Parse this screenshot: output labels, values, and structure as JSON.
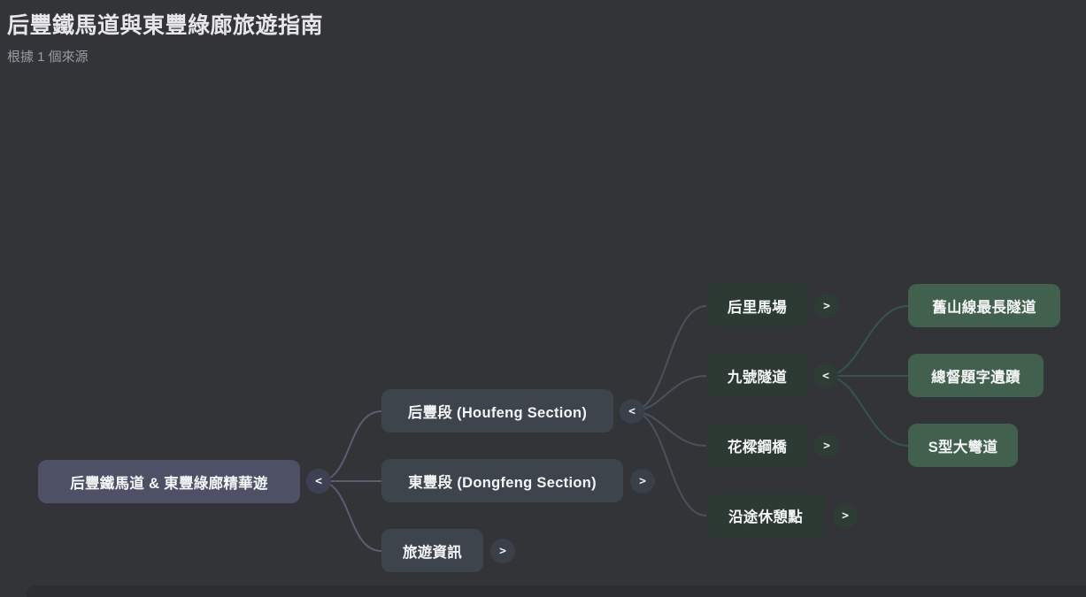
{
  "page": {
    "title": "后豐鐵馬道與東豐綠廊旅遊指南",
    "subtitle": "根據 1 個來源"
  },
  "colors": {
    "background": "#323438",
    "root_node": "#4e5166",
    "section_node": "#3e444c",
    "spot_node": "#2d3a34",
    "leaf_node": "#41614e",
    "edge_root": "#5a5d73",
    "edge_section": "#49525c",
    "edge_spot": "#36544a",
    "node_text": "#f4f5f6"
  },
  "mindmap": {
    "root": {
      "label": "后豐鐵馬道 & 東豐綠廊精華遊",
      "toggle": "<"
    },
    "sections": [
      {
        "label": "后豐段 (Houfeng Section)",
        "toggle": "<"
      },
      {
        "label": "東豐段 (Dongfeng Section)",
        "toggle": ">"
      },
      {
        "label": "旅遊資訊",
        "toggle": ">"
      }
    ],
    "spots": [
      {
        "label": "后里馬場",
        "toggle": ">"
      },
      {
        "label": "九號隧道",
        "toggle": "<"
      },
      {
        "label": "花樑鋼橋",
        "toggle": ">"
      },
      {
        "label": "沿途休憩點",
        "toggle": ">"
      }
    ],
    "details": [
      {
        "label": "舊山線最長隧道"
      },
      {
        "label": "總督題字遺蹟"
      },
      {
        "label": "S型大彎道"
      }
    ]
  }
}
